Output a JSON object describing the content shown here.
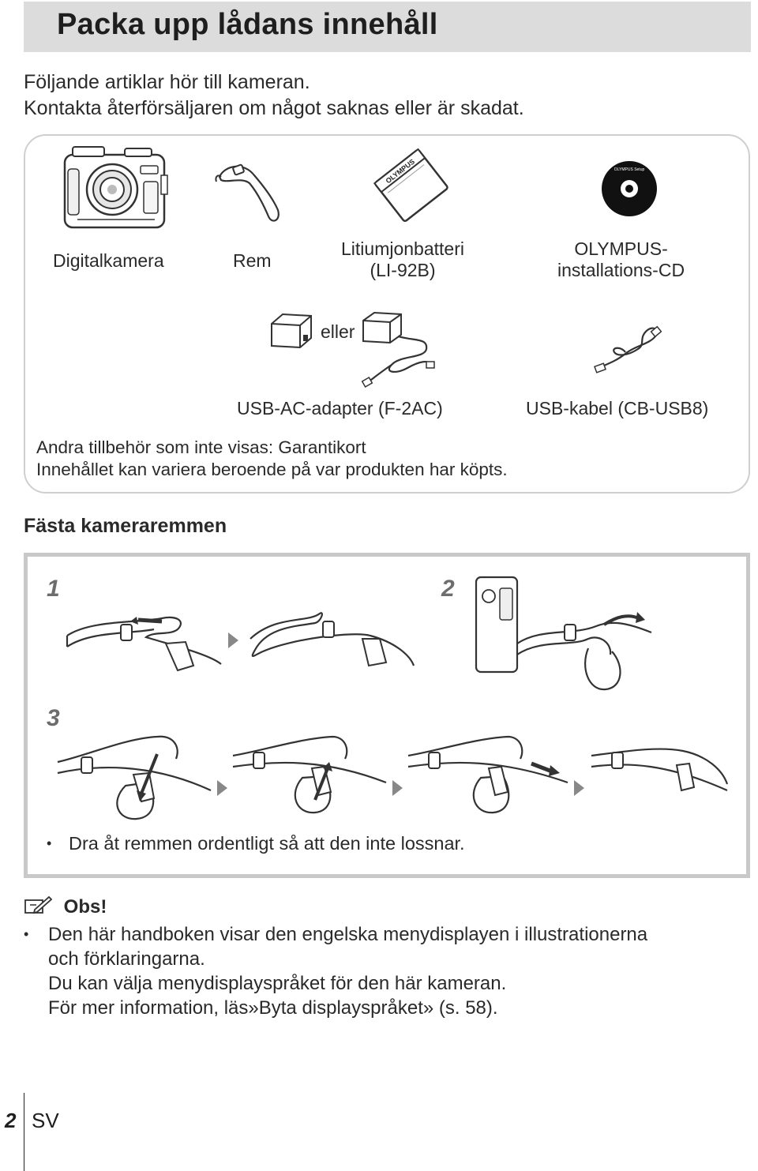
{
  "page": {
    "title": "Packa upp lådans innehåll",
    "intro_line1": "Följande artiklar hör till kameran.",
    "intro_line2": "Kontakta återförsäljaren om något saknas eller är skadat."
  },
  "contents": {
    "items": [
      {
        "label": "Digitalkamera",
        "icon": "camera-icon"
      },
      {
        "label": "Rem",
        "icon": "strap-icon"
      },
      {
        "label_line1": "Litiumjonbatteri",
        "label_line2": "(LI-92B)",
        "icon": "battery-icon"
      },
      {
        "label_line1": "OLYMPUS-",
        "label_line2": "installations-CD",
        "icon": "cd-icon"
      }
    ],
    "or_label": "eller",
    "adapter_label": "USB-AC-adapter (F-2AC)",
    "cable_label": "USB-kabel (CB-USB8)",
    "battery_brand": "OLYMPUS",
    "cd_text": "OLYMPUS Setup",
    "note_line1": "Andra tillbehör som inte visas: Garantikort",
    "note_line2": "Innehållet kan variera beroende på var produkten har köpts."
  },
  "strap": {
    "heading": "Fästa kameraremmen",
    "step1": "1",
    "step2": "2",
    "step3": "3",
    "tip": "Dra åt remmen ordentligt så att den inte lossnar."
  },
  "note": {
    "heading": "Obs!",
    "line1": "Den här handboken visar den engelska menydisplayen i illustrationerna",
    "line2": "och förklaringarna.",
    "line3": "Du kan välja menydisplayspråket för den här kameran.",
    "line4": "För mer information, läs»Byta displayspråket» (s. 58)."
  },
  "footer": {
    "page_number": "2",
    "language": "SV"
  }
}
